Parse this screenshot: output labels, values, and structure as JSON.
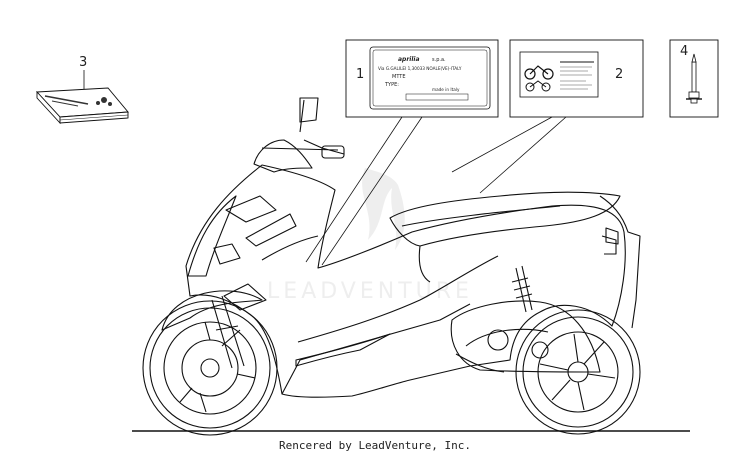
{
  "callouts": [
    "1",
    "2",
    "3",
    "4"
  ],
  "id_plate": {
    "brand": "aprilia",
    "company": "s.p.a.",
    "address": "Via G.GALILEI 1,30033 NOALE(VE)-ITALY",
    "line_mtte": "MTTE",
    "line_type": "TYPE:",
    "made_in": "made in Italy"
  },
  "watermark": "LEADVENTURE",
  "credit": "Rencered by LeadVenture, Inc."
}
